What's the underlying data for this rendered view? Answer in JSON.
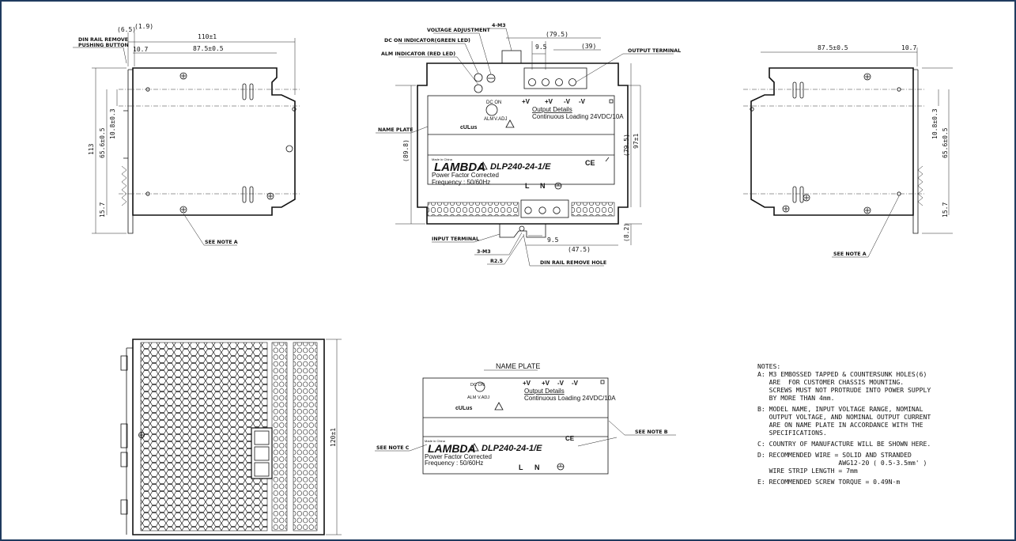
{
  "side_left": {
    "din_remove_1": "DIN RAIL REMOVE",
    "din_remove_2": "PUSHING BUTTON",
    "dim_6_5": "(6.5)",
    "dim_1_9": "(1.9)",
    "dim_110": "110±1",
    "dim_10_7": "10.7",
    "dim_87_5": "87.5±0.5",
    "dim_113": "113",
    "dim_65_6": "65.6±0.5",
    "dim_10_8": "10.8±0.3",
    "dim_15_7": "15.7",
    "see_note": "SEE NOTE A"
  },
  "front": {
    "voltage_adj": "VOLTAGE ADJUSTMENT",
    "dc_on": "DC ON INDICATOR(GREEN LED)",
    "alm": "ALM INDICATOR (RED LED)",
    "screw_out": "4-M3",
    "dim_79_5_top": "(79.5)",
    "dim_39": "(39)",
    "dim_9_5_top": "9.5",
    "output_terminal": "OUTPUT TERMINAL",
    "name_plate": "NAME PLATE",
    "dim_89_8": "(89.8)",
    "dim_79_5_side": "(79.5)",
    "dim_97": "97±1",
    "input_terminal": "INPUT TERMINAL",
    "screw_in": "3-M3",
    "r2_5": "R2.5",
    "din_hole": "DIN RAIL REMOVE HOLE",
    "dim_9_5_bot": "9.5",
    "dim_47_5": "(47.5)",
    "dim_8_2": "(8.2)"
  },
  "plate": {
    "dc_on": "DC ON",
    "alm": "ALM",
    "vadj": "V.ADJ",
    "terminals": [
      "+V",
      "+V",
      "-V",
      "-V"
    ],
    "output_details": "Output Details",
    "loading": "Continuous Loading 24VDC/10A",
    "brand": "LAMBDA",
    "model": "DLP240-24-1/E",
    "pfc": "Power Factor Corrected",
    "freq": "Frequency : 50/60Hz",
    "made_in": "Made in China",
    "ce": "CE",
    "l": "L",
    "n": "N"
  },
  "side_right": {
    "dim_87_5": "87.5±0.5",
    "dim_10_7": "10.7",
    "dim_10_8": "10.8±0.3",
    "dim_65_6": "65.6±0.5",
    "dim_15_7": "15.7",
    "see_note": "SEE NOTE A"
  },
  "bottom": {
    "dim_120": "120±1"
  },
  "name_plate_detail": {
    "title": "NAME PLATE",
    "see_note_c": "SEE NOTE C",
    "see_note_b": "SEE NOTE B"
  },
  "notes": {
    "heading": "NOTES:",
    "lines": [
      "A: M3 EMBOSSED TAPPED & COUNTERSUNK HOLES(6)",
      "   ARE  FOR CUSTOMER CHASSIS MOUNTING.",
      "   SCREWS MUST NOT PROTRUDE INTO POWER SUPPLY",
      "   BY MORE THAN 4mm.",
      "B: MODEL NAME, INPUT VOLTAGE RANGE, NOMINAL",
      "   OUTPUT VOLTAGE, AND NOMINAL OUTPUT CURRENT",
      "   ARE ON NAME PLATE IN ACCORDANCE WITH THE",
      "   SPECIFICATIONS.",
      "C: COUNTRY OF MANUFACTURE WILL BE SHOWN HERE.",
      "D: RECOMMENDED WIRE = SOLID AND STRANDED",
      "                     AWG12-20 ( 0.5-3.5mm' )",
      "   WIRE STRIP LENGTH = 7mm",
      "E: RECOMMENDED SCREW TORQUE = 0.49N·m"
    ]
  }
}
